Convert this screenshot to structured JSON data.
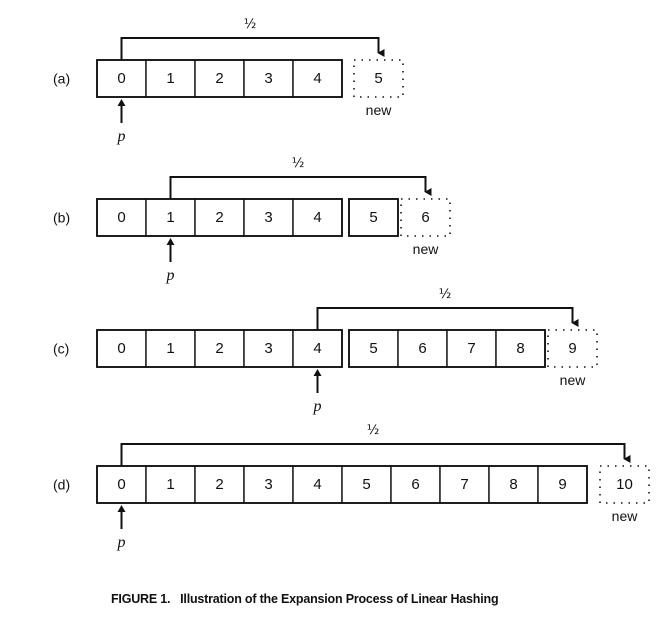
{
  "figure": {
    "caption_number": "FIGURE 1.",
    "caption_text": "Illustration of the Expansion Process of Linear Hashing",
    "split_fraction_label": "½",
    "new_label": "new",
    "pointer_label": "p",
    "rows": [
      {
        "label": "(a)",
        "groups": [
          [
            0,
            1,
            2,
            3,
            4
          ]
        ],
        "new_bucket": 5,
        "pointer_at": 0
      },
      {
        "label": "(b)",
        "groups": [
          [
            0,
            1,
            2,
            3,
            4
          ],
          [
            5
          ]
        ],
        "new_bucket": 6,
        "pointer_at": 1
      },
      {
        "label": "(c)",
        "groups": [
          [
            0,
            1,
            2,
            3,
            4
          ],
          [
            5,
            6,
            7,
            8
          ]
        ],
        "new_bucket": 9,
        "pointer_at": 4
      },
      {
        "label": "(d)",
        "groups": [
          [
            0,
            1,
            2,
            3,
            4,
            5,
            6,
            7,
            8,
            9
          ]
        ],
        "new_bucket": 10,
        "pointer_at": 0
      }
    ]
  }
}
